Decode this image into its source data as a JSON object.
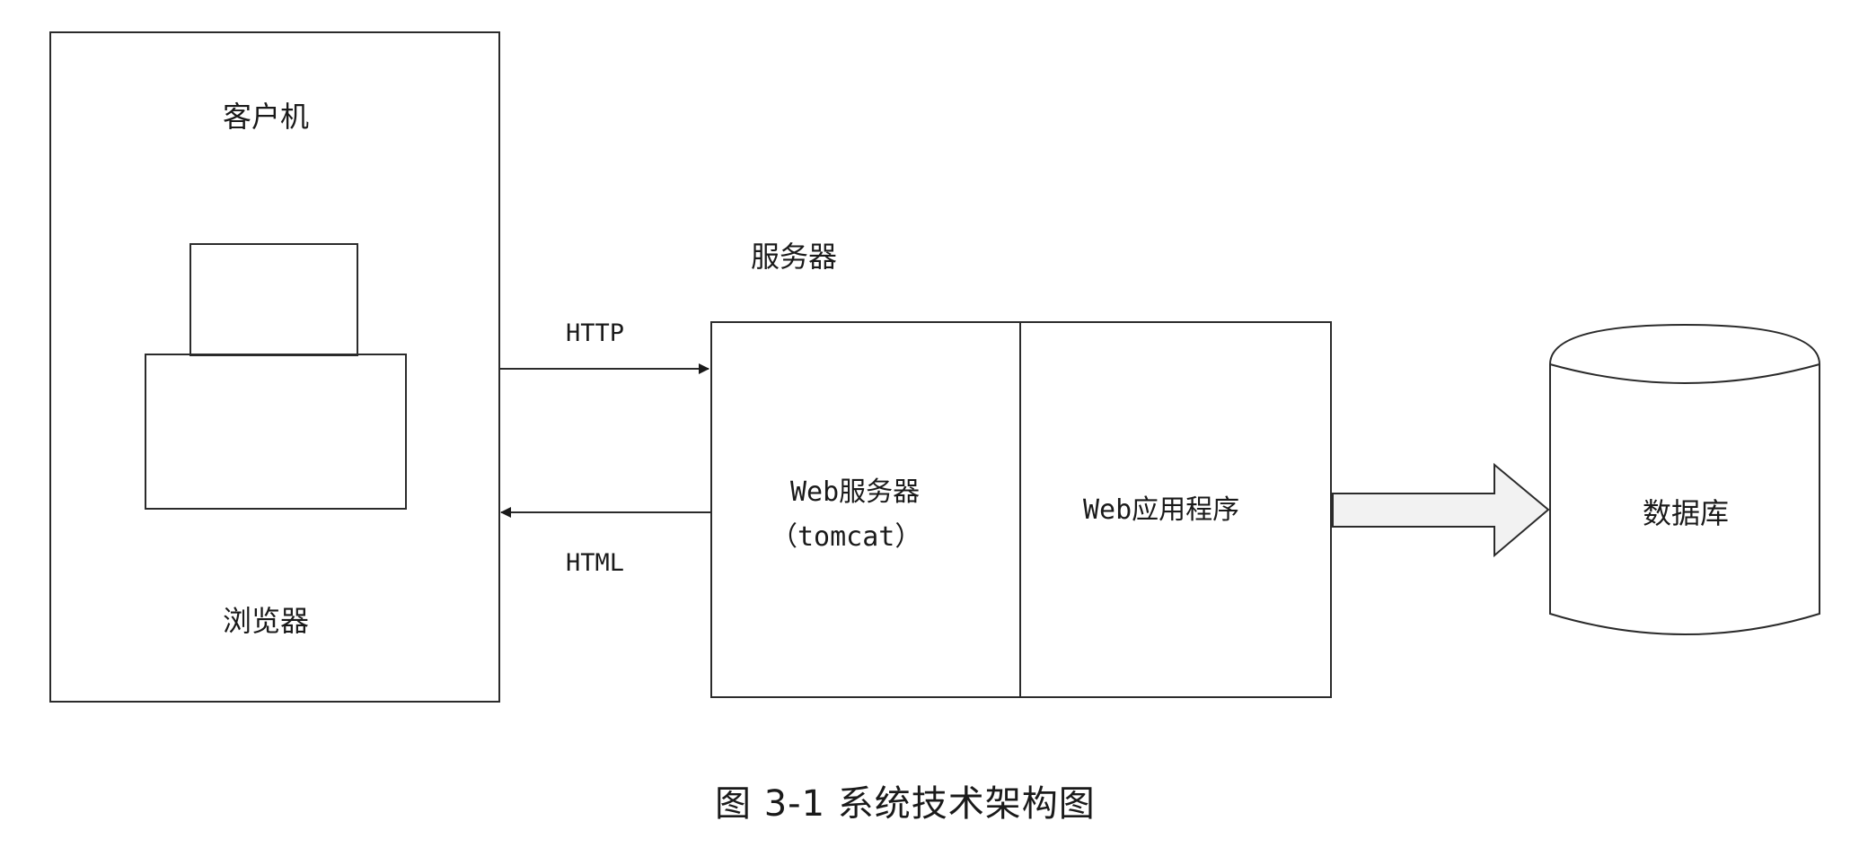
{
  "client": {
    "title": "客户机",
    "browser_label": "浏览器"
  },
  "server": {
    "title": "服务器",
    "web_server_label": "Web服务器",
    "tomcat_label": "（tomcat）",
    "web_app_label": "Web应用程序"
  },
  "connections": {
    "request_label": "HTTP",
    "response_label": "HTML"
  },
  "database": {
    "label": "数据库"
  },
  "caption": "图 3-1  系统技术架构图",
  "colors": {
    "stroke": "#2b2b2b",
    "arrow_fill": "#f2f2f2",
    "background": "#ffffff"
  }
}
